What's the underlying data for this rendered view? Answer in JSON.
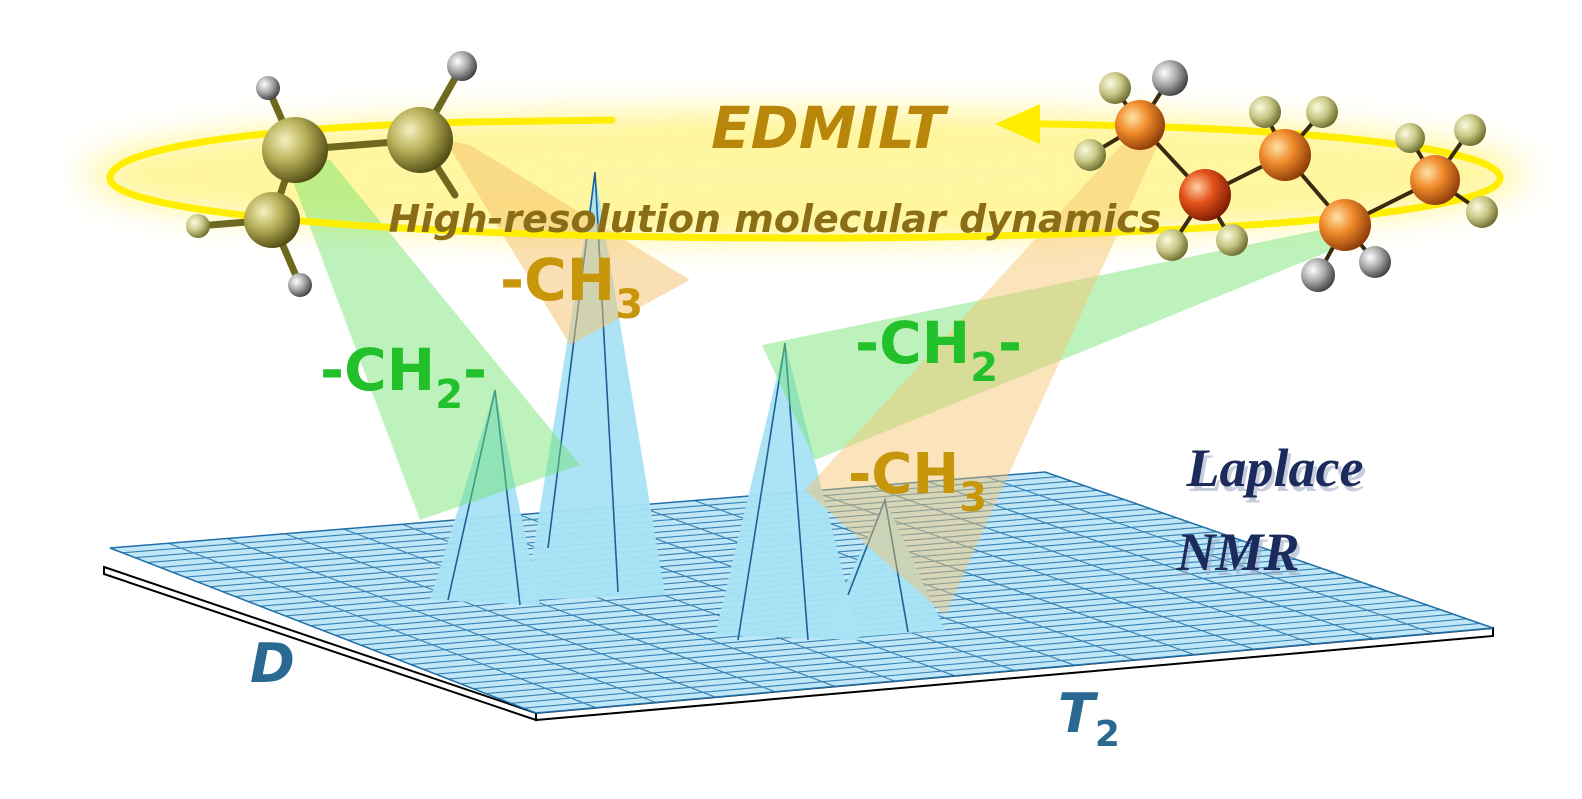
{
  "title": "EDMILT",
  "subtitle": "High-resolution molecular dynamics",
  "method_label": {
    "line1": "Laplace",
    "line2": "NMR"
  },
  "axes": {
    "d_label": "D",
    "t_label_main": "T",
    "t_label_sub": "2"
  },
  "groups": {
    "ch2_left": {
      "main": "-CH",
      "sub": "2",
      "tail": "-"
    },
    "ch3_left": {
      "main": "-CH",
      "sub": "3",
      "tail": ""
    },
    "ch2_right": {
      "main": "-CH",
      "sub": "2",
      "tail": "-"
    },
    "ch3_right": {
      "main": "-CH",
      "sub": "3",
      "tail": ""
    }
  },
  "colors": {
    "title": "#b8860b",
    "ring": "#ffee00",
    "ch2": "#22c02a",
    "ch3": "#c8960a",
    "grid": "#1f6fa8",
    "surface": "#a8e3f5",
    "nmr_text": "#1a2b5c",
    "axis_text": "#2a6a92"
  }
}
